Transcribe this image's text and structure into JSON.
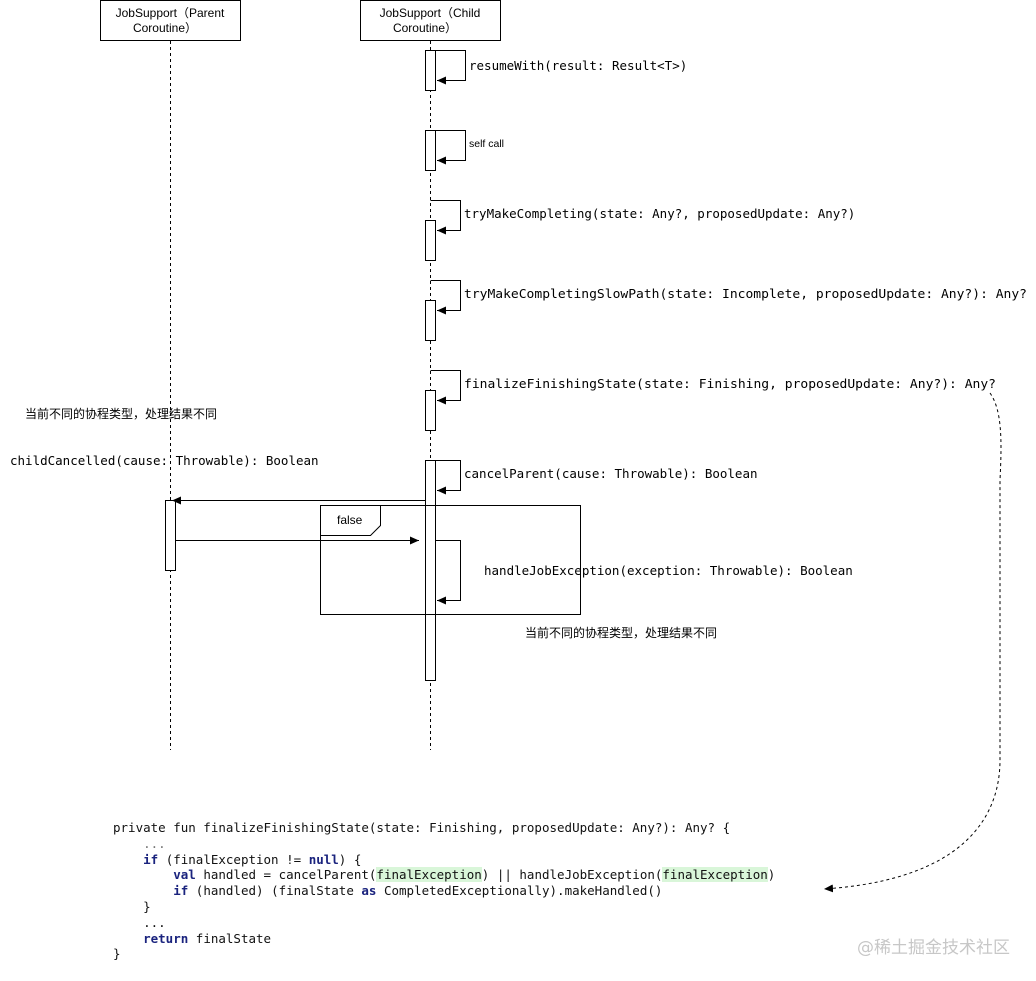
{
  "lifelines": {
    "parent": {
      "line1": "JobSupport（Parent",
      "line2": "Coroutine）"
    },
    "child": {
      "line1": "JobSupport（Child",
      "line2": "Coroutine）"
    }
  },
  "messages": {
    "resume_with": "resumeWith(result: Result<T>)",
    "self_call": "self call",
    "try_make_completing": "tryMakeCompleting(state: Any?, proposedUpdate: Any?)",
    "try_make_completing_slow": "tryMakeCompletingSlowPath(state: Incomplete, proposedUpdate: Any?): Any?",
    "finalize_finishing_state": "finalizeFinishingState(state: Finishing, proposedUpdate: Any?): Any?",
    "cancel_parent": "cancelParent(cause: Throwable): Boolean",
    "child_cancelled": "childCancelled(cause: Throwable): Boolean",
    "handle_job_exception": "handleJobException(exception: Throwable): Boolean"
  },
  "fragment": {
    "label": "false"
  },
  "notes": {
    "left": "当前不同的协程类型，处理结果不同",
    "right": "当前不同的协程类型，处理结果不同"
  },
  "code": {
    "l1": "private fun finalizeFinishingState(state: Finishing, proposedUpdate: Any?): Any? {",
    "l2": "...",
    "l3_kw1": "if",
    "l3_mid": " (finalException != ",
    "l3_kw2": "null",
    "l3_end": ") {",
    "l4_kw": "val",
    "l4_a": " handled = cancelParent(",
    "l4_hl": "finalException",
    "l4_b": ") || handleJobException(",
    "l4_c": ")",
    "l5_kw1": "if",
    "l5_a": " (handled) (finalState ",
    "l5_kw2": "as",
    "l5_b": " CompletedExceptionally).makeHandled()",
    "l6": "}",
    "l7": "...",
    "l8_kw": "return",
    "l8_a": " finalState",
    "l9": "}"
  },
  "watermark": "@稀土掘金技术社区"
}
